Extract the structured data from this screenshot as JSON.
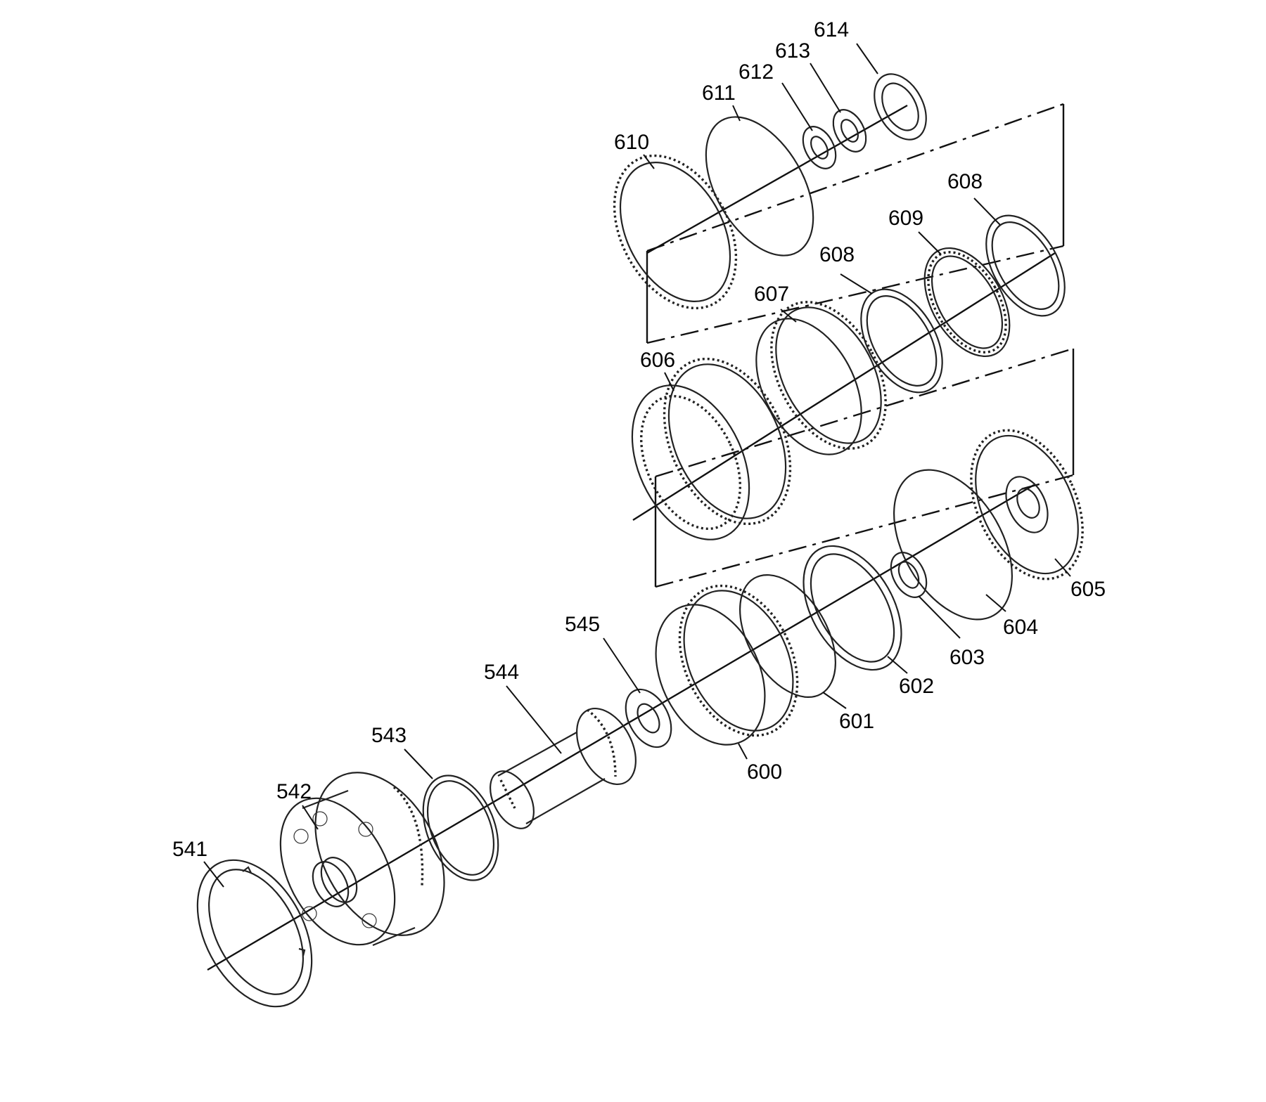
{
  "labels": {
    "p541": "541",
    "p542": "542",
    "p543": "543",
    "p544": "544",
    "p545": "545",
    "p600": "600",
    "p601": "601",
    "p602": "602",
    "p603": "603",
    "p604": "604",
    "p605": "605",
    "p606": "606",
    "p607": "607",
    "p608a": "608",
    "p608b": "608",
    "p609": "609",
    "p610": "610",
    "p611": "611",
    "p612": "612",
    "p613": "613",
    "p614": "614"
  },
  "colors": {
    "ink": "#111111",
    "background": "#ffffff"
  }
}
